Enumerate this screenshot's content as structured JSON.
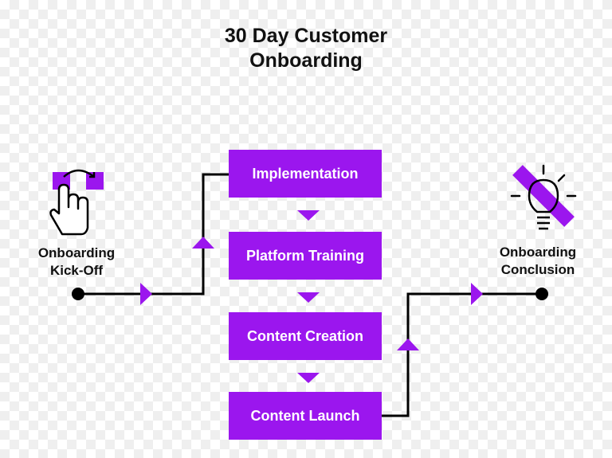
{
  "title": {
    "line1": "30 Day Customer",
    "line2": "Onboarding"
  },
  "start_node": {
    "line1": "Onboarding",
    "line2": "Kick-Off",
    "icon": "hand-tap-icon"
  },
  "end_node": {
    "line1": "Onboarding",
    "line2": "Conclusion",
    "icon": "lightbulb-icon"
  },
  "steps": [
    {
      "label": "Implementation"
    },
    {
      "label": "Platform Training"
    },
    {
      "label": "Content Creation"
    },
    {
      "label": "Content Launch"
    }
  ],
  "colors": {
    "accent": "#9b16ee",
    "box": "#9b16ee",
    "line": "#000000",
    "text": "#111111"
  }
}
